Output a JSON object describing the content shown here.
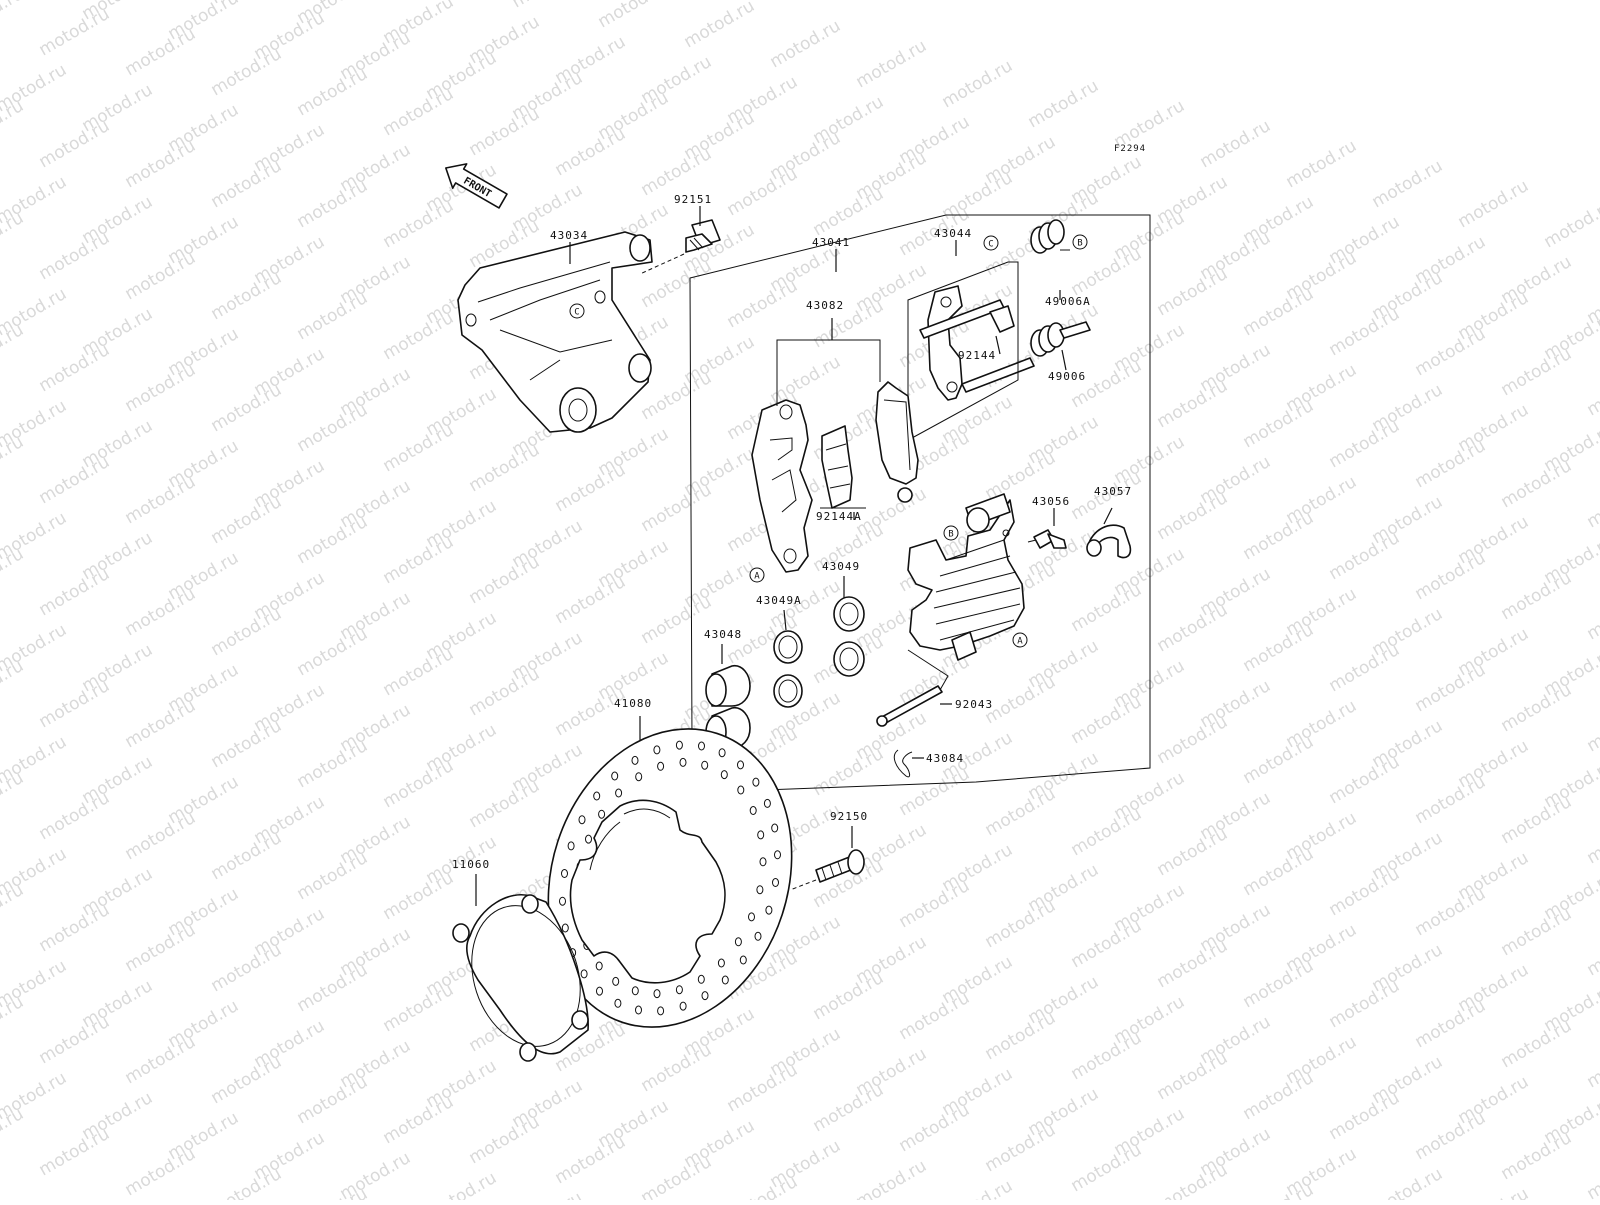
{
  "figure_code": "F2294",
  "front_arrow_label": "FRONT",
  "watermark_text": "motod.ru",
  "part_labels": {
    "p43034": "43034",
    "p92151": "92151",
    "p43041": "43041",
    "p43044": "43044",
    "p43082": "43082",
    "p49006A": "49006A",
    "p92144": "92144",
    "p49006": "49006",
    "p92144A": "92144A",
    "p43056": "43056",
    "p43057": "43057",
    "p43049": "43049",
    "p43049A": "43049A",
    "p43048": "43048",
    "p41080": "41080",
    "p92043": "92043",
    "p43084": "43084",
    "p92150": "92150",
    "p11060": "11060"
  },
  "reference_markers": {
    "a": "A",
    "b": "B",
    "c": "C"
  }
}
